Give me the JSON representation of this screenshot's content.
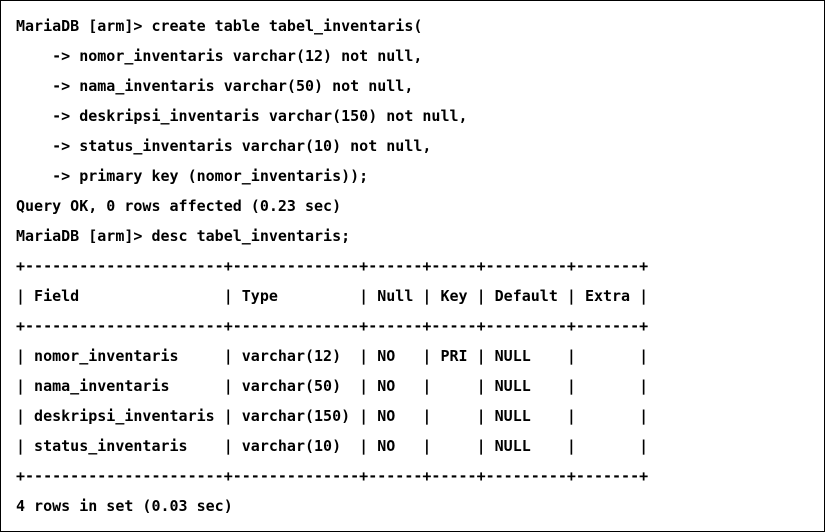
{
  "terminal": {
    "lines": [
      "MariaDB [arm]> create table tabel_inventaris(",
      "    -> nomor_inventaris varchar(12) not null,",
      "    -> nama_inventaris varchar(50) not null,",
      "    -> deskripsi_inventaris varchar(150) not null,",
      "    -> status_inventaris varchar(10) not null,",
      "    -> primary key (nomor_inventaris));",
      "Query OK, 0 rows affected (0.23 sec)",
      "MariaDB [arm]> desc tabel_inventaris;",
      "+----------------------+--------------+------+-----+---------+-------+",
      "| Field                | Type         | Null | Key | Default | Extra |",
      "+----------------------+--------------+------+-----+---------+-------+",
      "| nomor_inventaris     | varchar(12)  | NO   | PRI | NULL    |       |",
      "| nama_inventaris      | varchar(50)  | NO   |     | NULL    |       |",
      "| deskripsi_inventaris | varchar(150) | NO   |     | NULL    |       |",
      "| status_inventaris    | varchar(10)  | NO   |     | NULL    |       |",
      "+----------------------+--------------+------+-----+---------+-------+",
      "4 rows in set (0.03 sec)"
    ]
  }
}
